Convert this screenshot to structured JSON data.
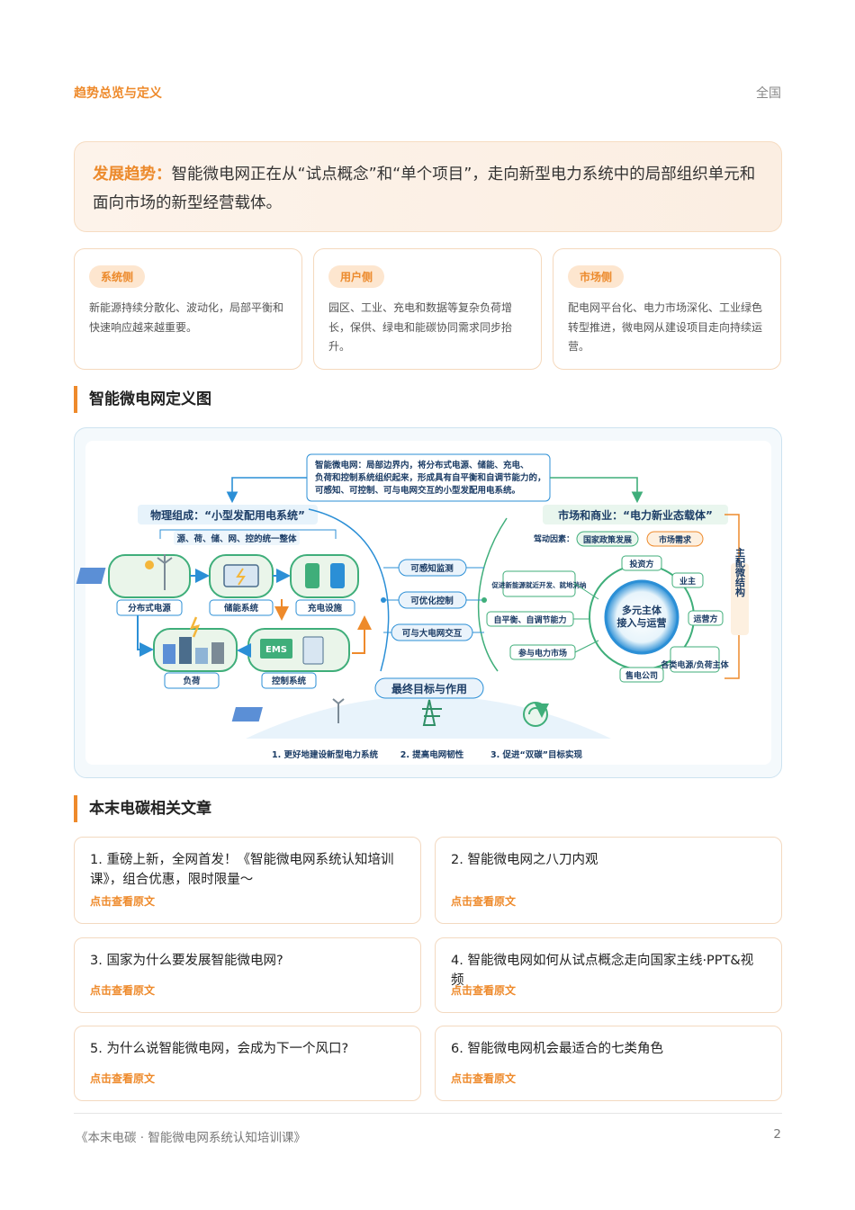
{
  "header": {
    "section": "趋势总览与定义",
    "region": "全国"
  },
  "trend": {
    "label": "发展趋势：",
    "text": "智能微电网正在从“试点概念”和“单个项目”，走向新型电力系统中的局部组织单元和面向市场的新型经营载体。"
  },
  "cards": [
    {
      "tag": "系统侧",
      "text": "新能源持续分散化、波动化，局部平衡和快速响应越来越重要。"
    },
    {
      "tag": "用户侧",
      "text": "园区、工业、充电和数据等复杂负荷增长，保供、绿电和能碳协同需求同步抬升。"
    },
    {
      "tag": "市场侧",
      "text": "配电网平台化、电力市场深化、工业绿色转型推进，微电网从建设项目走向持续运营。"
    }
  ],
  "section_diagram": "智能微电网定义图",
  "diagram": {
    "definition_title": "智能微电网：",
    "definition_lines": [
      "局部边界内，将分布式电源、储能、充电、",
      "负荷和控制系统组织起来，形成具有自平衡和自调节能力的，",
      "可感知、可控制、可与电网交互的小型发配用电系统。"
    ],
    "physical_title": "物理组成：“小型发配用电系统”",
    "physical_sub": "源、荷、储、网、控的统一整体",
    "physical_nodes": [
      "分布式电源",
      "储能系统",
      "充电设施",
      "负荷",
      "控制系统"
    ],
    "ems_label": "EMS",
    "center_items": [
      "可感知监测",
      "可优化控制",
      "可与大电网交互"
    ],
    "market_title": "市场和商业：“电力新业态载体”",
    "drivers_label": "驾动因素：",
    "drivers": [
      "国家政策发展",
      "市场需求"
    ],
    "market_left": [
      "促进新能源就近开发、就地消纳",
      "自平衡、自调节能力",
      "参与电力市场"
    ],
    "hub_lines": [
      "多元主体",
      "接入与运营"
    ],
    "hub_roles": [
      "投资方",
      "业主",
      "运营方",
      "各类电源/负荷主体",
      "售电公司"
    ],
    "side_label": "主配微结构",
    "goal_title": "最终目标与作用",
    "goals": [
      "1. 更好地建设新型电力系统",
      "2. 提高电网韧性",
      "3. 促进“双碳”目标实现"
    ]
  },
  "section_articles": "本末电碳相关文章",
  "articles": [
    {
      "title": "1. 重磅上新，全网首发！《智能微电网系统认知培训课》，组合优惠，限时限量～",
      "link": "点击查看原文"
    },
    {
      "title": "2. 智能微电网之八刀内观",
      "link": "点击查看原文"
    },
    {
      "title": "3. 国家为什么要发展智能微电网?",
      "link": "点击查看原文"
    },
    {
      "title": "4. 智能微电网如何从试点概念走向国家主线·PPT&视频",
      "link": "点击查看原文"
    },
    {
      "title": "5. 为什么说智能微电网，会成为下一个风口?",
      "link": "点击查看原文"
    },
    {
      "title": "6. 智能微电网机会最适合的七类角色",
      "link": "点击查看原文"
    }
  ],
  "footer": {
    "left": "《本末电碳 · 智能微电网系统认知培训课》",
    "page": "2"
  },
  "colors": {
    "accent": "#ee8a2b",
    "blue": "#2b8fd6",
    "green": "#3fae7a"
  }
}
